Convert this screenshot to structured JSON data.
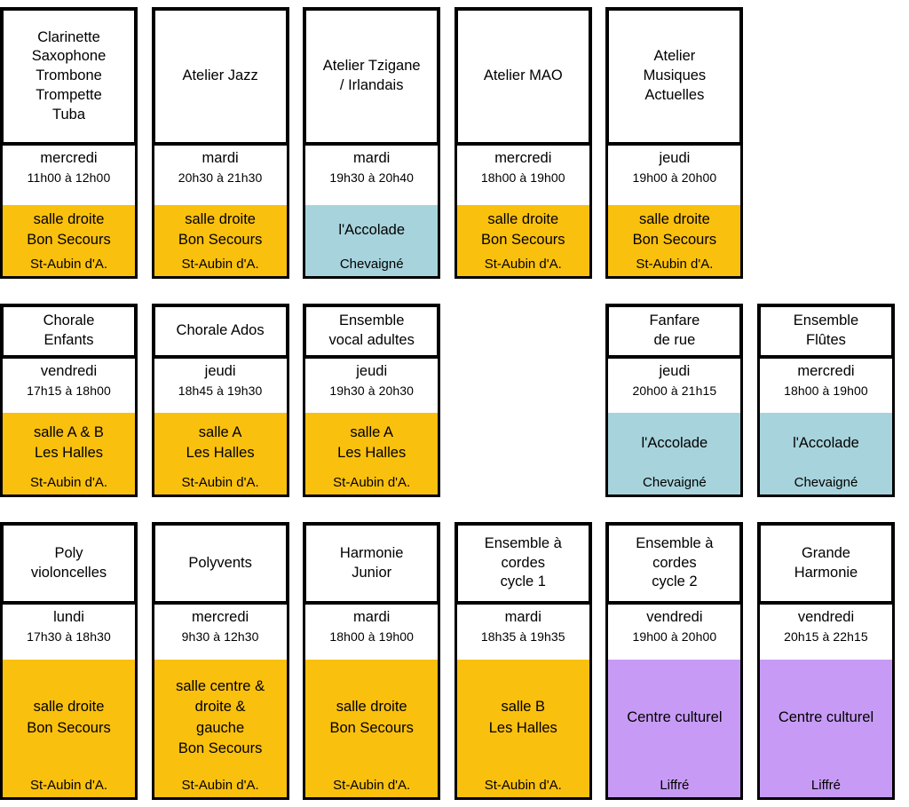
{
  "palette": {
    "yellow": "#fac00e",
    "blue": "#a7d3dc",
    "purple": "#c79bf5",
    "border": "#000000",
    "background": "#ffffff"
  },
  "rows": [
    {
      "cards": [
        {
          "title": "Clarinette\nSaxophone\nTrombone\nTrompette\nTuba",
          "day": "mercredi",
          "time": "11h00 à 12h00",
          "place": "salle droite\nBon Secours",
          "town": "St-Aubin d'A.",
          "venue_color": "yellow"
        },
        {
          "title": "Atelier Jazz",
          "day": "mardi",
          "time": "20h30 à 21h30",
          "place": "salle droite\nBon Secours",
          "town": "St-Aubin d'A.",
          "venue_color": "yellow"
        },
        {
          "title": "Atelier Tzigane\n/ Irlandais",
          "day": "mardi",
          "time": "19h30 à 20h40",
          "place": "l'Accolade",
          "town": "Chevaigné",
          "venue_color": "blue"
        },
        {
          "title": "Atelier MAO",
          "day": "mercredi",
          "time": "18h00 à 19h00",
          "place": "salle droite\nBon Secours",
          "town": "St-Aubin d'A.",
          "venue_color": "yellow"
        },
        {
          "title": "Atelier\nMusiques\nActuelles",
          "day": "jeudi",
          "time": "19h00 à 20h00",
          "place": "salle droite\nBon Secours",
          "town": "St-Aubin d'A.",
          "venue_color": "yellow"
        },
        null
      ]
    },
    {
      "cards": [
        {
          "title": "Chorale\nEnfants",
          "day": "vendredi",
          "time": "17h15 à 18h00",
          "place": "salle A & B\nLes Halles",
          "town": "St-Aubin d'A.",
          "venue_color": "yellow"
        },
        {
          "title": "Chorale Ados",
          "day": "jeudi",
          "time": "18h45 à 19h30",
          "place": "salle A\nLes Halles",
          "town": "St-Aubin d'A.",
          "venue_color": "yellow"
        },
        {
          "title": "Ensemble\nvocal adultes",
          "day": "jeudi",
          "time": "19h30 à 20h30",
          "place": "salle A\nLes Halles",
          "town": "St-Aubin d'A.",
          "venue_color": "yellow"
        },
        null,
        {
          "title": "Fanfare\nde rue",
          "day": "jeudi",
          "time": "20h00 à 21h15",
          "place": "l'Accolade",
          "town": "Chevaigné",
          "venue_color": "blue"
        },
        {
          "title": "Ensemble\nFlûtes",
          "day": "mercredi",
          "time": "18h00 à 19h00",
          "place": "l'Accolade",
          "town": "Chevaigné",
          "venue_color": "blue"
        }
      ]
    },
    {
      "cards": [
        {
          "title": "Poly\nvioloncelles",
          "day": "lundi",
          "time": "17h30 à 18h30",
          "place": "salle droite\nBon Secours",
          "town": "St-Aubin d'A.",
          "venue_color": "yellow"
        },
        {
          "title": "Polyvents",
          "day": "mercredi",
          "time": "9h30 à 12h30",
          "place": "salle centre &\ndroite &\ngauche\nBon Secours",
          "town": "St-Aubin d'A.",
          "venue_color": "yellow"
        },
        {
          "title": "Harmonie\nJunior",
          "day": "mardi",
          "time": "18h00 à 19h00",
          "place": "salle droite\nBon Secours",
          "town": "St-Aubin d'A.",
          "venue_color": "yellow"
        },
        {
          "title": "Ensemble à\ncordes\ncycle 1",
          "day": "mardi",
          "time": "18h35 à 19h35",
          "place": "salle B\nLes Halles",
          "town": "St-Aubin d'A.",
          "venue_color": "yellow"
        },
        {
          "title": "Ensemble à\ncordes\ncycle 2",
          "day": "vendredi",
          "time": "19h00 à 20h00",
          "place": "Centre culturel",
          "town": "Liffré",
          "venue_color": "purple"
        },
        {
          "title": "Grande\nHarmonie",
          "day": "vendredi",
          "time": "20h15 à 22h15",
          "place": "Centre culturel",
          "town": "Liffré",
          "venue_color": "purple"
        }
      ]
    }
  ]
}
